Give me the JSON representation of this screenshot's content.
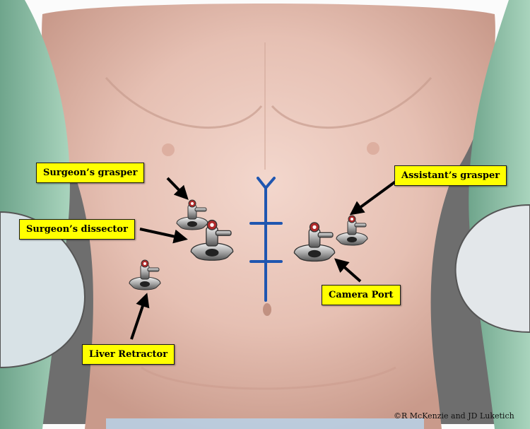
{
  "labels": {
    "surgeons_grasper": "Surgeon’s grasper",
    "surgeons_dissector": "Surgeon’s dissector",
    "liver_retractor": "Liver Retractor",
    "assistants_grasper": "Assistant’s grasper",
    "camera_port": "Camera Port"
  },
  "copyright": "©R McKenzie and JD Luketich",
  "colors": {
    "label_fill": "#ffff00",
    "arrow": "#000000",
    "marking": "#1f56b0",
    "skin": "#e8c4b8",
    "drape": "#8fc2a6"
  }
}
